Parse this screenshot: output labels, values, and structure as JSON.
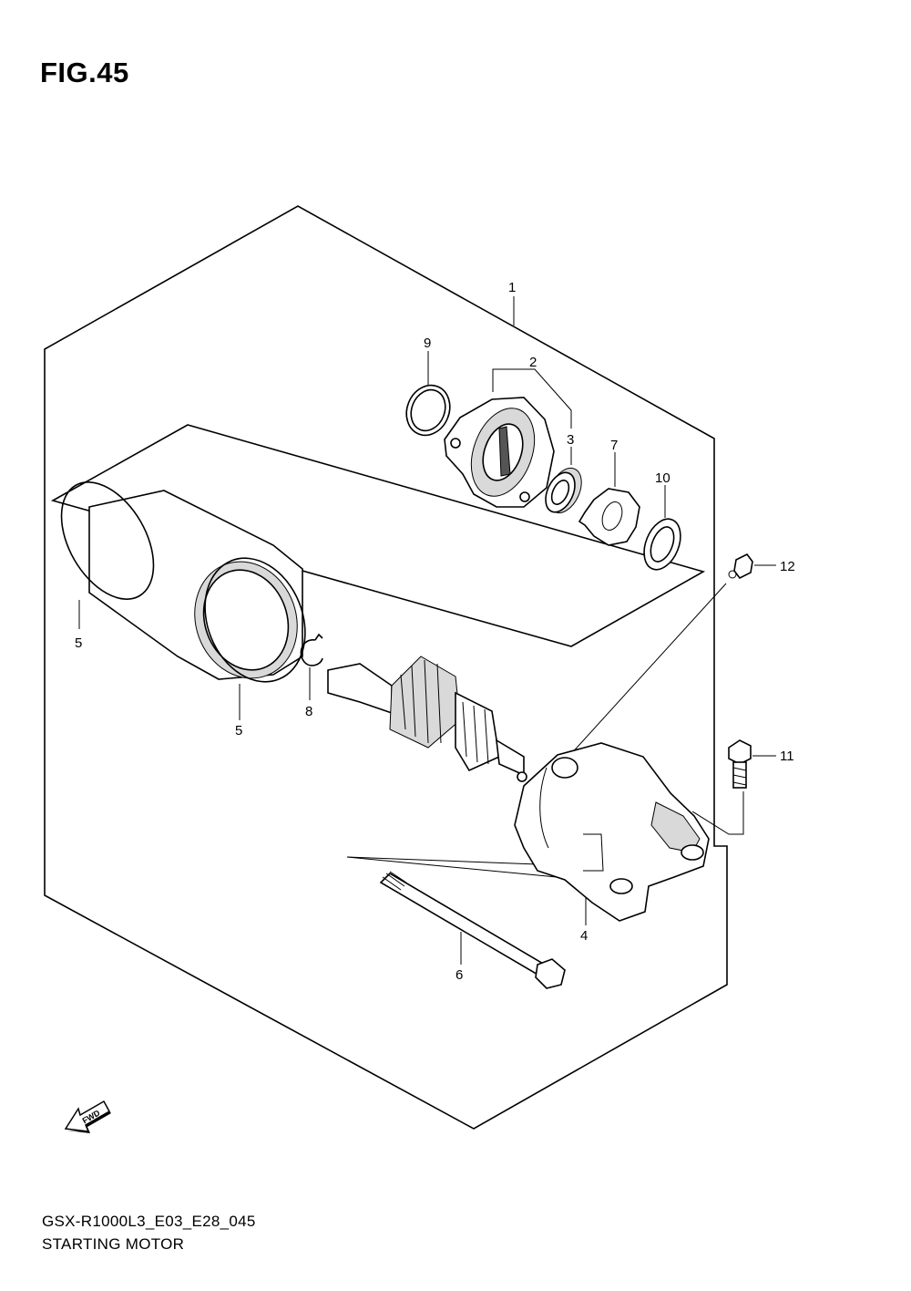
{
  "figure": {
    "title": "FIG.45"
  },
  "footer": {
    "code": "GSX-R1000L3_E03_E28_045",
    "name": "STARTING MOTOR"
  },
  "fwd_arrow": {
    "label": "FWD"
  },
  "callouts": {
    "c1": "1",
    "c2": "2",
    "c3": "3",
    "c4": "4",
    "c5a": "5",
    "c5b": "5",
    "c6": "6",
    "c7": "7",
    "c8": "8",
    "c9": "9",
    "c10": "10",
    "c11": "11",
    "c12": "12"
  }
}
